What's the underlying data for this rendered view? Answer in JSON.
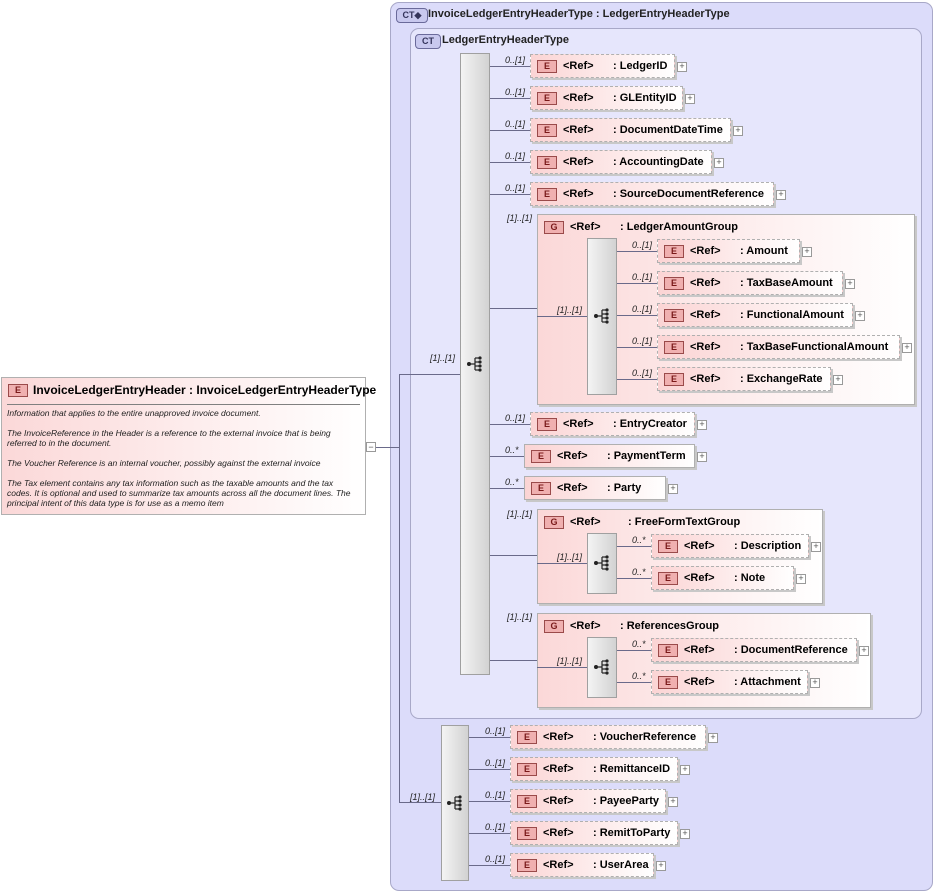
{
  "root": {
    "badge": "E",
    "title": "InvoiceLedgerEntryHeader : InvoiceLedgerEntryHeaderType",
    "doc": [
      "Information that applies to the entire unapproved invoice document.",
      "The InvoiceReference in the Header is a reference to the external invoice that is being referred to in the document.",
      "The Voucher Reference is an internal voucher, possibly against the external invoice",
      "The Tax element contains any tax information such as the taxable amounts and the tax codes.  It is optional and used to summarize tax amounts across all the document lines. The principal intent of this data type is for use as a memo item"
    ],
    "collapse": "−"
  },
  "outer_type": {
    "badge": "CT",
    "title": "InvoiceLedgerEntryHeaderType : LedgerEntryHeaderType"
  },
  "inner_type": {
    "badge": "CT",
    "title": "LedgerEntryHeaderType"
  },
  "ref_label": "<Ref>",
  "elem_badge": "E",
  "group_badge": "G",
  "plus": "+",
  "seq1_mult": "[1]..[1]",
  "seq2_mult": "[1]..[1]",
  "inner_elements": [
    {
      "mult": "0..[1]",
      "name": ": LedgerID"
    },
    {
      "mult": "0..[1]",
      "name": ": GLEntityID"
    },
    {
      "mult": "0..[1]",
      "name": ": DocumentDateTime"
    },
    {
      "mult": "0..[1]",
      "name": ": AccountingDate"
    },
    {
      "mult": "0..[1]",
      "name": ": SourceDocumentReference"
    }
  ],
  "ledger_amount_group": {
    "mult": "[1]..[1]",
    "name": ": LedgerAmountGroup",
    "seq_mult": "[1]..[1]",
    "elements": [
      {
        "mult": "0..[1]",
        "name": ": Amount"
      },
      {
        "mult": "0..[1]",
        "name": ": TaxBaseAmount"
      },
      {
        "mult": "0..[1]",
        "name": ": FunctionalAmount"
      },
      {
        "mult": "0..[1]",
        "name": ": TaxBaseFunctionalAmount"
      },
      {
        "mult": "0..[1]",
        "name": ": ExchangeRate"
      }
    ]
  },
  "middle_elements": [
    {
      "mult": "0..[1]",
      "name": ": EntryCreator"
    },
    {
      "mult": "0..*",
      "name": ": PaymentTerm"
    },
    {
      "mult": "0..*",
      "name": ": Party"
    }
  ],
  "free_form_group": {
    "mult": "[1]..[1]",
    "name": ": FreeFormTextGroup",
    "seq_mult": "[1]..[1]",
    "elements": [
      {
        "mult": "0..*",
        "name": ": Description"
      },
      {
        "mult": "0..*",
        "name": ": Note"
      }
    ]
  },
  "references_group": {
    "mult": "[1]..[1]",
    "name": ": ReferencesGroup",
    "seq_mult": "[1]..[1]",
    "elements": [
      {
        "mult": "0..*",
        "name": ": DocumentReference"
      },
      {
        "mult": "0..*",
        "name": ": Attachment"
      }
    ]
  },
  "outer_elements": [
    {
      "mult": "0..[1]",
      "name": ": VoucherReference"
    },
    {
      "mult": "0..[1]",
      "name": ": RemittanceID"
    },
    {
      "mult": "0..[1]",
      "name": ": PayeeParty"
    },
    {
      "mult": "0..[1]",
      "name": ": RemitToParty"
    },
    {
      "mult": "0..[1]",
      "name": ": UserArea"
    }
  ]
}
